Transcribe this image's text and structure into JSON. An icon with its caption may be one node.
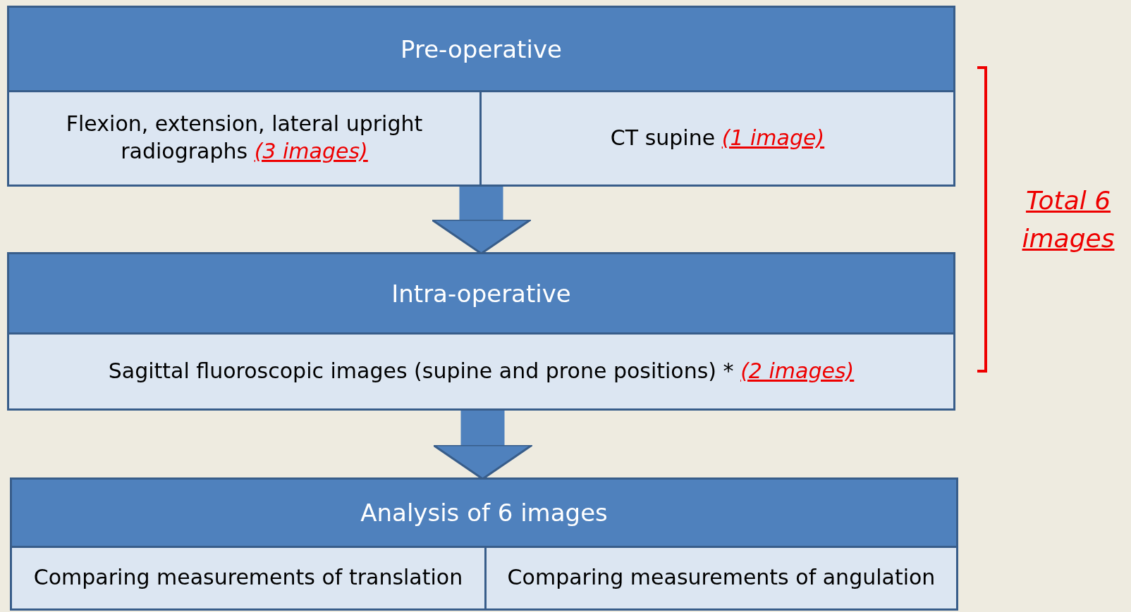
{
  "diagram": {
    "nodes": [
      {
        "text": [
          "Pre-operative"
        ]
      },
      {
        "text": [
          "Flexion, extension, lateral upright radiographs",
          "(3 images)"
        ],
        "in": 0
      },
      {
        "text": [
          "CT supine",
          "(1 image)"
        ],
        "in": 0
      },
      {
        "text": [
          "Intra-operative"
        ]
      },
      {
        "text": [
          "Sagittal fluoroscopic images (supine and prone positions) *",
          "(2 images)"
        ],
        "in": 3
      },
      {
        "text": [
          "Analysis of 6 images"
        ]
      },
      {
        "text": [
          "Comparing measurements of translation"
        ],
        "in": 5
      },
      {
        "text": [
          "Comparing measurements of angulation"
        ],
        "in": 5
      }
    ],
    "edges": [
      {
        "from": 0,
        "to": 3,
        "arrow": "to"
      },
      {
        "from": 3,
        "to": 5,
        "arrow": "to"
      }
    ],
    "labels": [
      "Total 6 images"
    ]
  }
}
